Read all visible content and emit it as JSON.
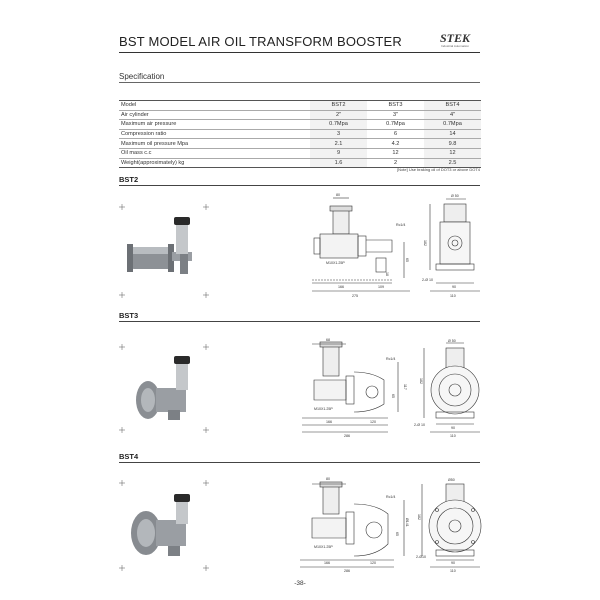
{
  "header": {
    "title": "BST MODEL AIR OIL TRANSFORM BOOSTER",
    "logo_text": "STEK",
    "logo_tagline": "Industrial Automation"
  },
  "specification": {
    "heading": "Specification",
    "columns": [
      "Model",
      "BST2",
      "BST3",
      "BST4"
    ],
    "rows": [
      [
        "Air cylinder",
        "2\"",
        "3\"",
        "4\""
      ],
      [
        "Maximum air pressure",
        "0.7Mpa",
        "0.7Mpa",
        "0.7Mpa"
      ],
      [
        "Compression ratio",
        "3",
        "6",
        "14"
      ],
      [
        "Maximum oil pressure Mpa",
        "2.1",
        "4.2",
        "9.8"
      ],
      [
        "Oil mass c.c",
        "9",
        "12",
        "12"
      ],
      [
        "Weight(approximately) kg",
        "1.6",
        "2",
        "2.5"
      ]
    ],
    "note": "[Note] Use braking oil of DOT3 or above DOT4"
  },
  "sections": [
    {
      "title": "BST2",
      "dims": {
        "d1": "80",
        "rc": "Rc1/4",
        "dia": "Ø 50",
        "v1": "182",
        "v2": "65",
        "v3": "18",
        "m": "M10X1.25P",
        "h1": "166",
        "h2": "109",
        "total": "275",
        "holes": "2-Ø 10",
        "w1": "90",
        "w2": "110"
      }
    },
    {
      "title": "BST3",
      "dims": {
        "d1": "68",
        "rc": "Rc1/4",
        "dia": "Ø 50",
        "v1": "182",
        "v2": "117",
        "v3": "65",
        "m": "M10X1.25P",
        "h1": "166",
        "h2": "120",
        "total": "286",
        "holes": "2-Ø 10",
        "w1": "90",
        "w2": "110"
      }
    },
    {
      "title": "BST4",
      "dims": {
        "d1": "80",
        "rc": "Rc1/4",
        "dia": "Ø50",
        "v1": "182",
        "v2": "Ø141",
        "v3": "65",
        "m": "M10X1.25P",
        "h1": "166",
        "h2": "120",
        "total": "286",
        "holes": "2-Ø10",
        "w1": "90",
        "w2": "110"
      }
    }
  ],
  "footer": {
    "page_number": "-38-"
  }
}
